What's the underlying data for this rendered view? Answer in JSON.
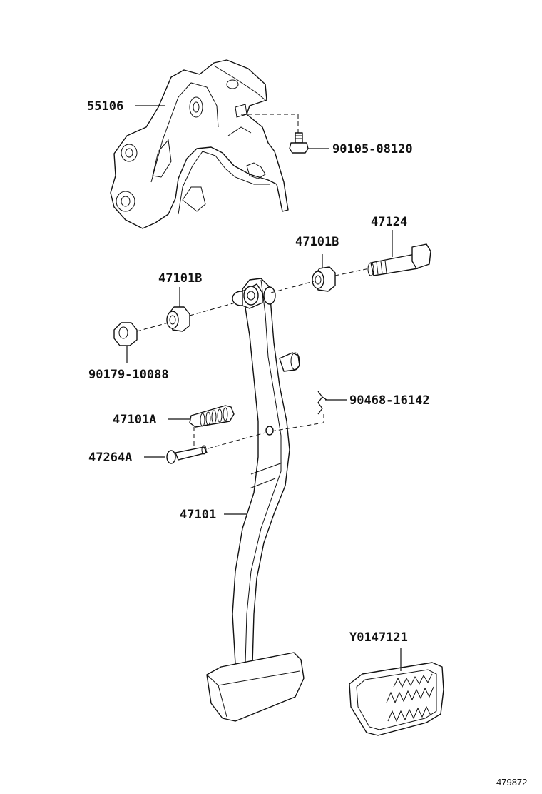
{
  "labels": {
    "p55106": "55106",
    "p90105": "90105-08120",
    "p47124": "47124",
    "p47101B_right": "47101B",
    "p47101B_left": "47101B",
    "p90179": "90179-10088",
    "p90468": "90468-16142",
    "p47101A": "47101A",
    "p47264A": "47264A",
    "p47101": "47101",
    "pY0147121": "Y0147121"
  },
  "figure_id": "479872"
}
